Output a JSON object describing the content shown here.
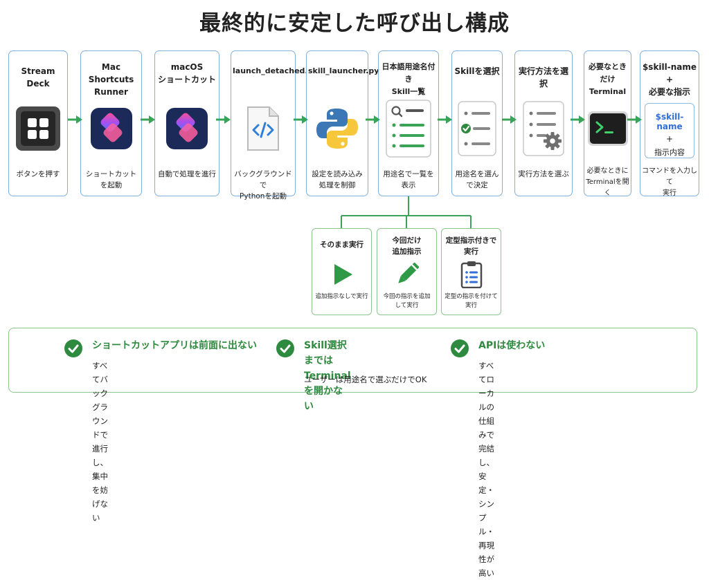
{
  "title": "最終的に安定した呼び出し構成",
  "colors": {
    "accent_green": "#3aa357",
    "step_border": "#7fb0e0",
    "option_border": "#8cc48e",
    "heading_green": "#2e8a3e"
  },
  "steps": [
    {
      "head": "Stream Deck",
      "desc": "ボタンを押す",
      "icon": "stream-deck-icon"
    },
    {
      "head": "Mac Shortcuts\nRunner",
      "desc": "ショートカットを起動",
      "icon": "shortcuts-icon"
    },
    {
      "head": "macOS\nショートカット",
      "desc": "自動で処理を進行",
      "icon": "shortcuts-icon"
    },
    {
      "head": "launch_detached.py",
      "desc": "バックグラウンドで\nPythonを起動",
      "icon": "code-file-icon"
    },
    {
      "head": "skill_launcher.py",
      "desc": "設定を読み込み\n処理を制御",
      "icon": "python-icon"
    },
    {
      "head": "日本語用途名付き\nSkill一覧",
      "desc": "用途名で一覧を表示",
      "icon": "search-list-icon"
    },
    {
      "head": "Skillを選択",
      "desc": "用途名を選んで決定",
      "icon": "checklist-icon"
    },
    {
      "head": "実行方法を選択",
      "desc": "実行方法を選ぶ",
      "icon": "settings-list-icon"
    },
    {
      "head": "必要なときだけ\nTerminal",
      "desc": "必要なときに\nTerminalを開く",
      "icon": "terminal-icon"
    },
    {
      "head": "$skill-name +\n必要な指示",
      "desc": "コマンドを入力して\n実行",
      "icon": "command-card-icon",
      "card": {
        "cmd": "$skill-name",
        "plus": "+",
        "text": "指示内容"
      }
    }
  ],
  "options": [
    {
      "head": "そのまま実行",
      "desc": "追加指示なしで実行",
      "icon": "play-icon"
    },
    {
      "head": "今回だけ\n追加指示",
      "desc": "今回の指示を追加\nして実行",
      "icon": "pencil-icon"
    },
    {
      "head": "定型指示付きで\n実行",
      "desc": "定型の指示を付けて\n実行",
      "icon": "clipboard-icon"
    }
  ],
  "points": [
    {
      "head": "ショートカットアプリは前面に出ない",
      "body": "すべてバックグラウンドで進行し、\n集中を妨げない"
    },
    {
      "head": "Skill選択までは\nTerminalを開かない",
      "body": "ユーザーは用途名で選ぶだけでOK"
    },
    {
      "head": "APIは使わない",
      "body": "すべてローカルの仕組みで完結し、\n安定・シンプル・再現性が高い"
    }
  ]
}
